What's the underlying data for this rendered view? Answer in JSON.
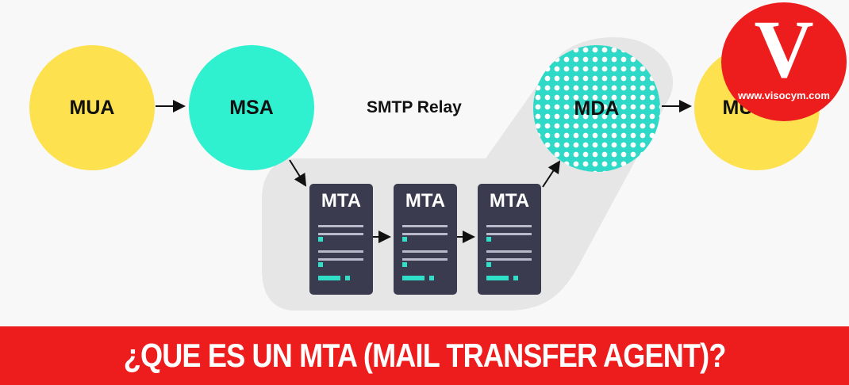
{
  "diagram": {
    "nodes": {
      "mua": {
        "label": "MUA",
        "color": "#fde14f"
      },
      "msa": {
        "label": "MSA",
        "color": "#2ff0cf"
      },
      "mda": {
        "label": "MDA",
        "color": "#2fd9c7"
      },
      "mua2": {
        "label": "MUA",
        "color": "#fde14f"
      }
    },
    "relay_label": "SMTP Relay",
    "servers": [
      {
        "title": "MTA"
      },
      {
        "title": "MTA"
      },
      {
        "title": "MTA"
      }
    ]
  },
  "banner": {
    "text": "¿QUE ES UN MTA (MAIL TRANSFER AGENT)?",
    "color": "#ee1d1d"
  },
  "logo": {
    "letter": "V",
    "url": "www.visocym.com"
  }
}
